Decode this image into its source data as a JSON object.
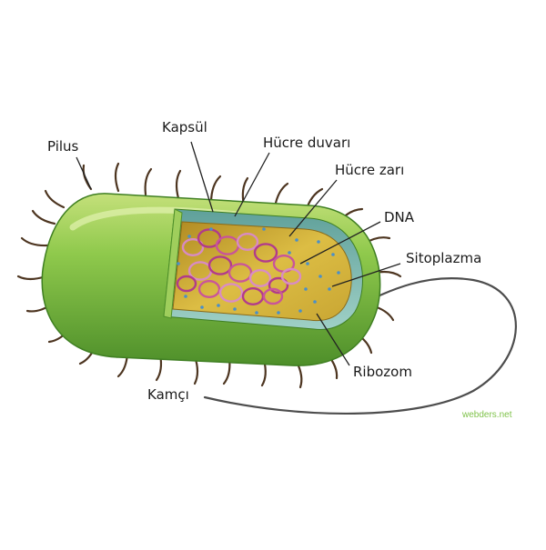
{
  "diagram": {
    "labels": {
      "pilus": "Pilus",
      "kapsul": "Kapsül",
      "hucre_duvari": "Hücre duvarı",
      "hucre_zari": "Hücre zarı",
      "dna": "DNA",
      "sitoplazma": "Sitoplazma",
      "ribozom": "Ribozom",
      "kamci": "Kamçı"
    },
    "watermark": "webders.net"
  },
  "colors": {
    "capsule": "#7cc142",
    "capsule_dark": "#3f7f22",
    "cell_wall": "#7fb9b0",
    "cytoplasm": "#d8b93e",
    "dna": "#c2419a",
    "ribosome": "#4a8fc9",
    "pili": "#5a3f25",
    "flagellum": "#505050"
  }
}
